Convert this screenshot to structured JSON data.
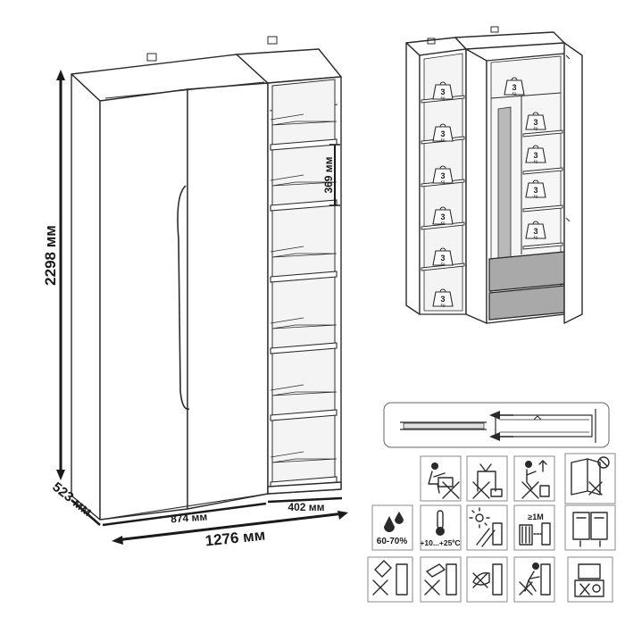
{
  "dimensions": {
    "height": "2298 мм",
    "depth": "523 мм",
    "wardrobe_width": "874 мм",
    "shelf_unit_width": "402 мм",
    "total_width": "1276 мм",
    "shelf_spacing": "369 мм"
  },
  "load_labels": {
    "value": "3",
    "unit": "kg"
  },
  "care_icons": {
    "humidity": "60-70%",
    "temperature": "+10...+25ºC",
    "distance": "≥1M"
  },
  "colors": {
    "line": "#2b2b2b",
    "drawer_front": "#a9a9a9",
    "inner_back": "#f2f2f2",
    "icon_border": "#888888"
  }
}
